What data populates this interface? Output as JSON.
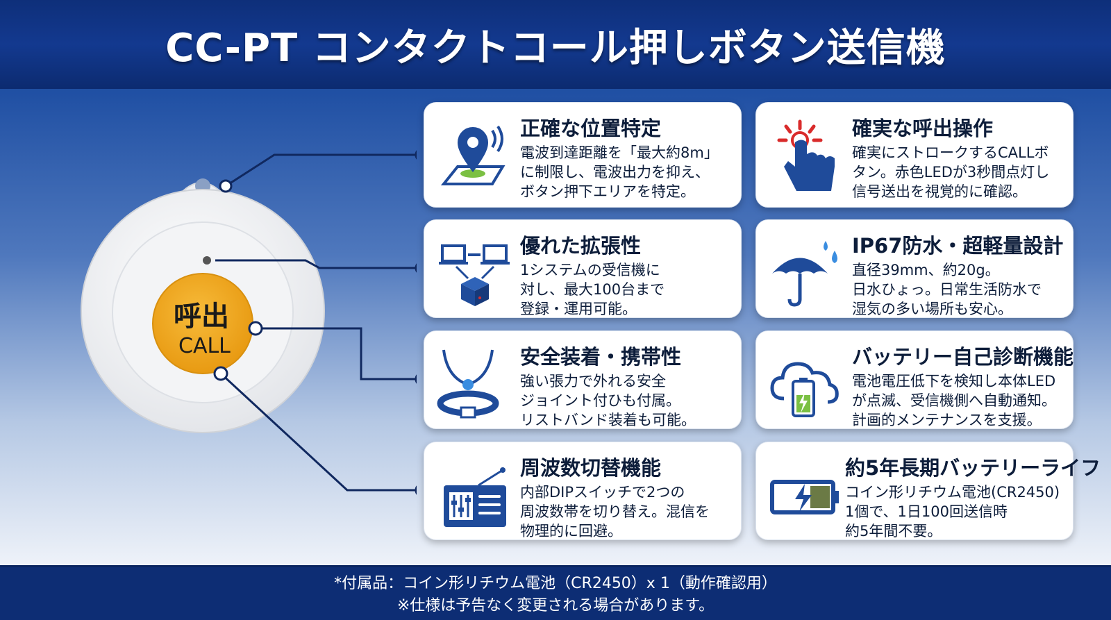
{
  "header": {
    "title": "CC-PT コンタクトコール押しボタン送信機"
  },
  "device": {
    "button_label_jp": "呼出",
    "button_label_en": "CALL"
  },
  "features": [
    {
      "title": "正確な位置特定",
      "desc": "電波到達距離を「最大約8m」\nに制限し、電波出力を抑え、\nボタン押下エリアを特定。",
      "icon": "location-signal-icon"
    },
    {
      "title": "確実な呼出操作",
      "desc": "確実にストロークするCALLボ\nタン。赤色LEDが3秒間点灯し\n信号送出を視覚的に確認。",
      "icon": "finger-press-icon"
    },
    {
      "title": "優れた拡張性",
      "desc": "1システムの受信機に\n対し、最大100台まで\n登録・運用可能。",
      "icon": "network-devices-icon"
    },
    {
      "title": "IP67防水・超軽量設計",
      "desc": "直径39mm、約20g。\n日水ひょっ。日常生活防水で\n湿気の多い場所も安心。",
      "icon": "umbrella-icon"
    },
    {
      "title": "安全装着・携帯性",
      "desc": "強い張力で外れる安全\nジョイント付ひも付属。\nリストバンド装着も可能。",
      "icon": "neck-strap-icon"
    },
    {
      "title": "バッテリー自己診断機能",
      "desc": "電池電圧低下を検知し本体LED\nが点滅、受信機側へ自動通知。\n計画的メンテナンスを支援。",
      "icon": "cloud-battery-icon"
    },
    {
      "title": "周波数切替機能",
      "desc": "内部DIPスイッチで2つの\n周波数帯を切り替え。混信を\n物理的に回避。",
      "icon": "radio-icon"
    },
    {
      "title": "約5年長期バッテリーライフ",
      "desc": "コイン形リチウム電池(CR2450)\n1個で、1日100回送信時\n約5年間不要。",
      "icon": "battery-charge-icon"
    }
  ],
  "footer": {
    "line1": "*付属品：コイン形リチウム電池（CR2450）x 1（動作確認用）",
    "line2": "※仕様は予告なく変更される場合があります。"
  },
  "colors": {
    "navy": "#0d2d74",
    "button_yellow": "#f4a81c",
    "icon_blue": "#1f4b9a",
    "accent_red": "#d92b2b",
    "accent_green": "#4caf50"
  }
}
